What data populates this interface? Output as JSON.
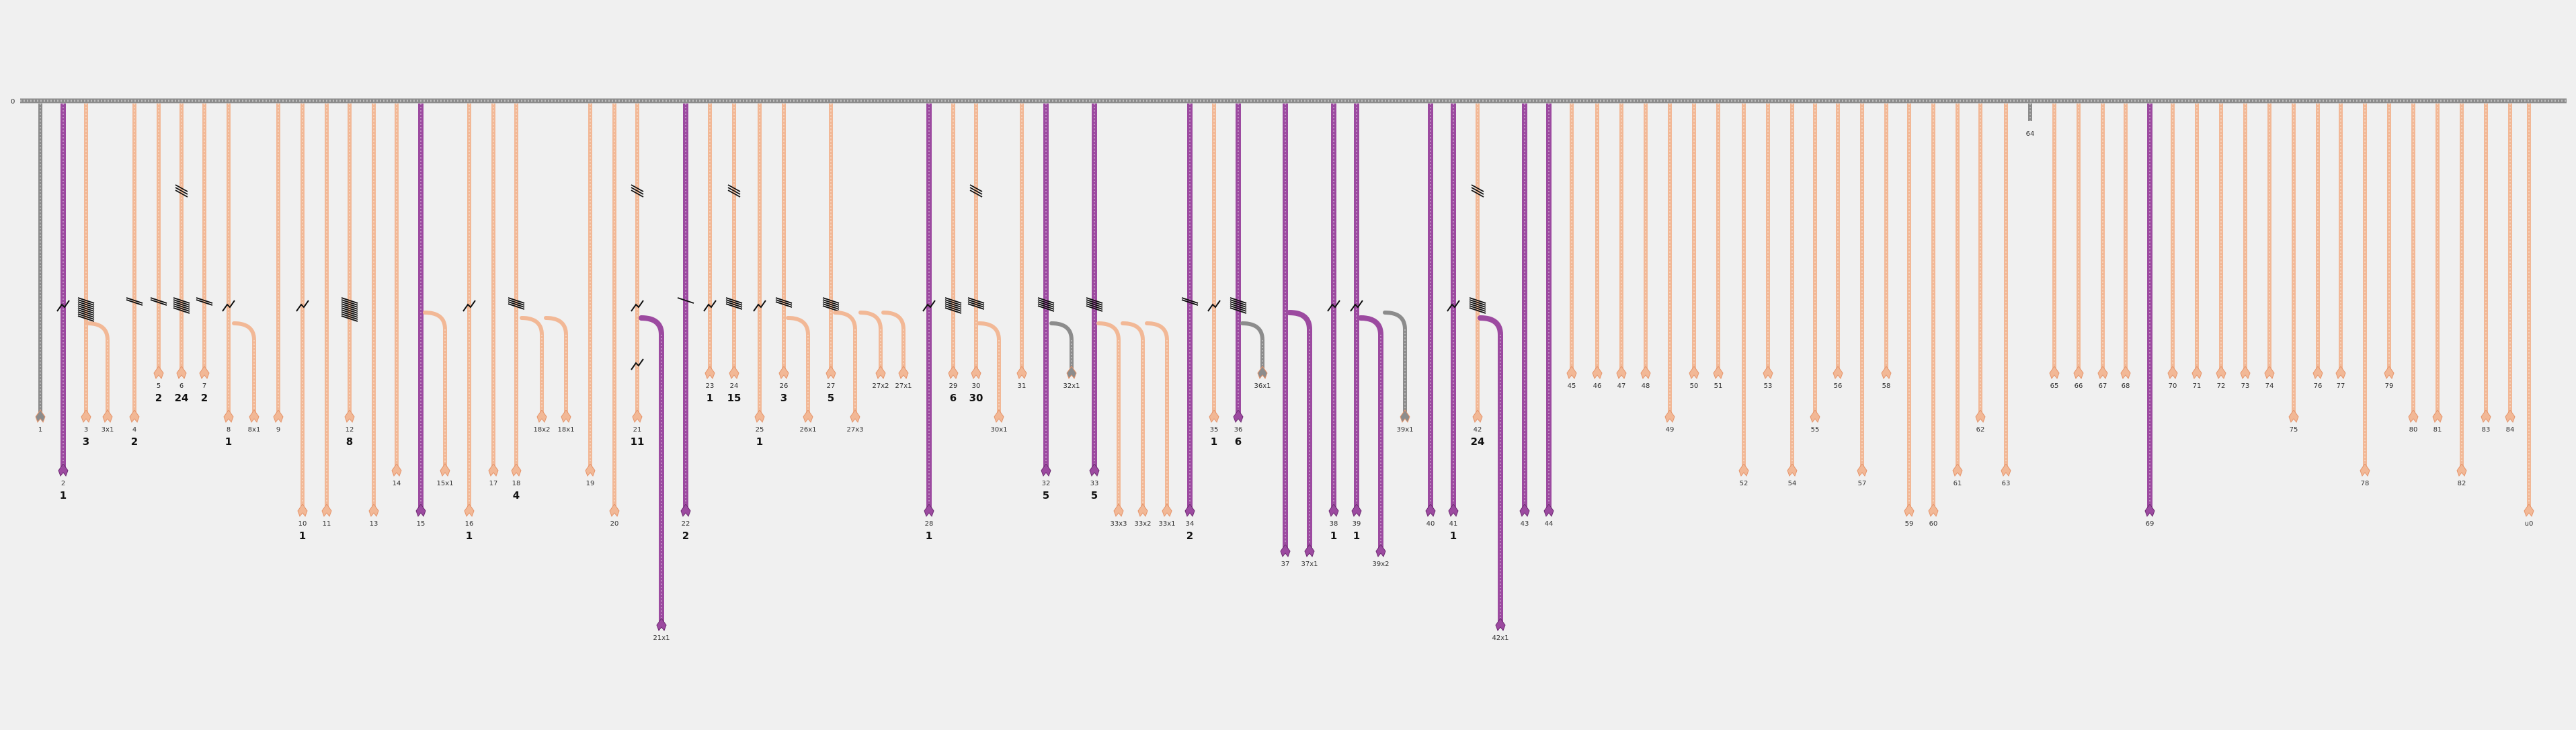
{
  "root": {
    "label": "0"
  },
  "colors": {
    "trunk": "#8c8c8c",
    "orange": "#f2b896",
    "purple": "#9c4aa0",
    "grey": "#8c8c8c",
    "mark": "#111111",
    "background": "#f0f0f0"
  },
  "branches": [
    {
      "id": "b1",
      "label": "1",
      "color": "grey",
      "end": 1
    },
    {
      "id": "b2",
      "label": "2",
      "count": "1",
      "color": "purple",
      "end": 2,
      "zig": true
    },
    {
      "id": "b3",
      "label": "3",
      "count": "3",
      "color": "orange",
      "end": 1,
      "marks": 10
    },
    {
      "id": "b3x1",
      "label": "3x1",
      "color": "orange",
      "end": 1,
      "from": 2,
      "hook": -1
    },
    {
      "id": "b4",
      "label": "4",
      "count": "2",
      "color": "orange",
      "end": 1,
      "marks": 2
    },
    {
      "id": "b5",
      "label": "5",
      "count": "2",
      "color": "orange",
      "end": 0,
      "marks": 2
    },
    {
      "id": "b6",
      "label": "6",
      "count": "24",
      "color": "orange",
      "end": 0,
      "marks": 6,
      "upper": true
    },
    {
      "id": "b7",
      "label": "7",
      "count": "2",
      "color": "orange",
      "end": 0,
      "marks": 2
    },
    {
      "id": "b8",
      "label": "8",
      "count": "1",
      "color": "orange",
      "end": 1,
      "zig": true
    },
    {
      "id": "b8x1",
      "label": "8x1",
      "color": "orange",
      "end": 1,
      "from": 2,
      "hook": -1
    },
    {
      "id": "b9",
      "label": "9",
      "color": "orange",
      "end": 1
    },
    {
      "id": "b10",
      "label": "10",
      "count": "1",
      "color": "orange",
      "end": 3,
      "zig": true
    },
    {
      "id": "b11",
      "label": "11",
      "color": "orange",
      "end": 3
    },
    {
      "id": "b12",
      "label": "12",
      "count": "8",
      "color": "orange",
      "end": 1,
      "marks": 10
    },
    {
      "id": "b13",
      "label": "13",
      "color": "orange",
      "end": 3
    },
    {
      "id": "b14",
      "label": "14",
      "color": "orange",
      "end": 2
    },
    {
      "id": "b15",
      "label": "15",
      "color": "purple",
      "end": 3
    },
    {
      "id": "b15x1",
      "label": "15x1",
      "color": "orange",
      "end": 2,
      "from": 3,
      "hook": -1
    },
    {
      "id": "b16",
      "label": "16",
      "count": "1",
      "color": "orange",
      "end": 3,
      "zig": true
    },
    {
      "id": "b17",
      "label": "17",
      "color": "orange",
      "end": 2
    },
    {
      "id": "b18",
      "label": "18",
      "count": "4",
      "color": "orange",
      "end": 2,
      "marks": 4
    },
    {
      "id": "b18x2",
      "label": "18x2",
      "color": "orange",
      "end": 1,
      "from": 4,
      "hook": -1
    },
    {
      "id": "b18x1",
      "label": "18x1",
      "color": "orange",
      "end": 1,
      "from": 4,
      "hook": -1
    },
    {
      "id": "b19",
      "label": "19",
      "color": "orange",
      "end": 2
    },
    {
      "id": "b20",
      "label": "20",
      "color": "orange",
      "end": 3
    },
    {
      "id": "b21",
      "label": "21",
      "count": "11",
      "color": "orange",
      "end": 1,
      "zig": true,
      "upper": true,
      "zig2": true
    },
    {
      "id": "b21x1",
      "label": "21x1",
      "color": "purple",
      "end": 5,
      "from": 7,
      "hook": -1
    },
    {
      "id": "b22",
      "label": "22",
      "count": "2",
      "color": "purple",
      "end": 3,
      "marks": 1
    },
    {
      "id": "b23",
      "label": "23",
      "count": "1",
      "color": "orange",
      "end": 0,
      "zig": true
    },
    {
      "id": "b24",
      "label": "24",
      "count": "15",
      "color": "orange",
      "end": 0,
      "marks": 4,
      "upper": true
    },
    {
      "id": "b25",
      "label": "25",
      "count": "1",
      "color": "orange",
      "end": 1,
      "zig": true
    },
    {
      "id": "b26",
      "label": "26",
      "count": "3",
      "color": "orange",
      "end": 0,
      "marks": 3
    },
    {
      "id": "b26x1",
      "label": "26x1",
      "color": "orange",
      "end": 1,
      "from": 1,
      "hook": -1
    },
    {
      "id": "b27",
      "label": "27",
      "count": "5",
      "color": "orange",
      "end": 0,
      "marks": 5
    },
    {
      "id": "b27x3",
      "label": "27x3",
      "color": "orange",
      "end": 1,
      "from": 6,
      "hook": -1
    },
    {
      "id": "b27x2",
      "label": "27x2",
      "color": "orange",
      "end": 0,
      "from": 6,
      "hook": -1
    },
    {
      "id": "b27x1",
      "label": "27x1",
      "color": "orange",
      "end": 0,
      "from": 6,
      "hook": -1
    },
    {
      "id": "b28",
      "label": "28",
      "count": "1",
      "color": "purple",
      "end": 3,
      "zig": true
    },
    {
      "id": "b29",
      "label": "29",
      "count": "6",
      "color": "orange",
      "end": 0,
      "marks": 6
    },
    {
      "id": "b30",
      "label": "30",
      "count": "30",
      "color": "orange",
      "end": 0,
      "marks": 4,
      "upper": true
    },
    {
      "id": "b30x1",
      "label": "30x1",
      "color": "orange",
      "end": 1,
      "from": 5,
      "hook": -1
    },
    {
      "id": "b31",
      "label": "31",
      "color": "orange",
      "end": 0
    },
    {
      "id": "b32",
      "label": "32",
      "count": "5",
      "color": "purple",
      "end": 2,
      "marks": 5
    },
    {
      "id": "b32x1",
      "label": "32x1",
      "color": "grey",
      "end": 0,
      "from": 2,
      "hook": -1
    },
    {
      "id": "b33",
      "label": "33",
      "count": "5",
      "color": "purple",
      "end": 2,
      "marks": 5
    },
    {
      "id": "b33x3",
      "label": "33x3",
      "color": "orange",
      "end": 3,
      "from": 5,
      "hook": -1
    },
    {
      "id": "b33x2",
      "label": "33x2",
      "color": "orange",
      "end": 3,
      "from": 5,
      "hook": -1
    },
    {
      "id": "b33x1",
      "label": "33x1",
      "color": "orange",
      "end": 3,
      "from": 5,
      "hook": -1
    },
    {
      "id": "b34",
      "label": "34",
      "count": "2",
      "color": "purple",
      "end": 3,
      "marks": 2
    },
    {
      "id": "b35",
      "label": "35",
      "count": "1",
      "color": "orange",
      "end": 1,
      "zig": true
    },
    {
      "id": "b36",
      "label": "36",
      "count": "6",
      "color": "purple",
      "end": 1,
      "marks": 6
    },
    {
      "id": "b36x1",
      "label": "36x1",
      "color": "grey",
      "end": 0,
      "from": 2,
      "hook": -1
    },
    {
      "id": "b37",
      "label": "37",
      "color": "purple",
      "end": 4
    },
    {
      "id": "b37x1",
      "label": "37x1",
      "color": "purple",
      "end": 4,
      "from": 0,
      "hook": -1
    },
    {
      "id": "b38",
      "label": "38",
      "count": "1",
      "color": "purple",
      "end": 3,
      "zig": true
    },
    {
      "id": "b39",
      "label": "39",
      "count": "1",
      "color": "purple",
      "end": 3,
      "zig": true
    },
    {
      "id": "b39x2",
      "label": "39x2",
      "color": "purple",
      "end": 4,
      "from": 1,
      "hook": -1
    },
    {
      "id": "b39x1",
      "label": "39x1",
      "color": "grey",
      "end": 1,
      "from": 3,
      "hook": -1
    },
    {
      "id": "b40",
      "label": "40",
      "color": "purple",
      "end": 3
    },
    {
      "id": "b41",
      "label": "41",
      "count": "1",
      "color": "purple",
      "end": 3,
      "zig": true
    },
    {
      "id": "b42",
      "label": "42",
      "count": "24",
      "color": "orange",
      "end": 1,
      "marks": 6,
      "upper": true
    },
    {
      "id": "b42x1",
      "label": "42x1",
      "color": "purple",
      "end": 5,
      "from": 1,
      "hook": -1
    },
    {
      "id": "b43",
      "label": "43",
      "color": "purple",
      "end": 3
    },
    {
      "id": "b44",
      "label": "44",
      "color": "purple",
      "end": 3
    },
    {
      "id": "b45",
      "label": "45",
      "color": "orange",
      "end": 0
    },
    {
      "id": "b46",
      "label": "46",
      "color": "orange",
      "end": 0
    },
    {
      "id": "b47",
      "label": "47",
      "color": "orange",
      "end": 0
    },
    {
      "id": "b48",
      "label": "48",
      "color": "orange",
      "end": 0
    },
    {
      "id": "b49",
      "label": "49",
      "color": "orange",
      "end": 1
    },
    {
      "id": "b50",
      "label": "50",
      "color": "orange",
      "end": 0
    },
    {
      "id": "b51",
      "label": "51",
      "color": "orange",
      "end": 0
    },
    {
      "id": "b52",
      "label": "52",
      "color": "orange",
      "end": 2
    },
    {
      "id": "b53",
      "label": "53",
      "color": "orange",
      "end": 0
    },
    {
      "id": "b54",
      "label": "54",
      "color": "orange",
      "end": 2
    },
    {
      "id": "b55",
      "label": "55",
      "color": "orange",
      "end": 1
    },
    {
      "id": "b56",
      "label": "56",
      "color": "orange",
      "end": 0
    },
    {
      "id": "b57",
      "label": "57",
      "color": "orange",
      "end": 2
    },
    {
      "id": "b58",
      "label": "58",
      "color": "orange",
      "end": 0
    },
    {
      "id": "b59",
      "label": "59",
      "color": "orange",
      "end": 3
    },
    {
      "id": "b60",
      "label": "60",
      "color": "orange",
      "end": 3
    },
    {
      "id": "b61",
      "label": "61",
      "color": "orange",
      "end": 2
    },
    {
      "id": "b62",
      "label": "62",
      "color": "orange",
      "end": 1
    },
    {
      "id": "b63",
      "label": "63",
      "color": "orange",
      "end": 2
    },
    {
      "id": "b64",
      "label": "64",
      "color": "grey",
      "end": 0,
      "short": true
    },
    {
      "id": "b65",
      "label": "65",
      "color": "orange",
      "end": 0
    },
    {
      "id": "b66",
      "label": "66",
      "color": "orange",
      "end": 0
    },
    {
      "id": "b67",
      "label": "67",
      "color": "orange",
      "end": 0
    },
    {
      "id": "b68",
      "label": "68",
      "color": "orange",
      "end": 0
    },
    {
      "id": "b69",
      "label": "69",
      "color": "purple",
      "end": 3
    },
    {
      "id": "b70",
      "label": "70",
      "color": "orange",
      "end": 0
    },
    {
      "id": "b71",
      "label": "71",
      "color": "orange",
      "end": 0
    },
    {
      "id": "b72",
      "label": "72",
      "color": "orange",
      "end": 0
    },
    {
      "id": "b73",
      "label": "73",
      "color": "orange",
      "end": 0
    },
    {
      "id": "b74",
      "label": "74",
      "color": "orange",
      "end": 0
    },
    {
      "id": "b75",
      "label": "75",
      "color": "orange",
      "end": 1
    },
    {
      "id": "b76",
      "label": "76",
      "color": "orange",
      "end": 0
    },
    {
      "id": "b77",
      "label": "77",
      "color": "orange",
      "end": 0
    },
    {
      "id": "b78",
      "label": "78",
      "color": "orange",
      "end": 2
    },
    {
      "id": "b79",
      "label": "79",
      "color": "orange",
      "end": 0
    },
    {
      "id": "b80",
      "label": "80",
      "color": "orange",
      "end": 1
    },
    {
      "id": "b81",
      "label": "81",
      "color": "orange",
      "end": 1
    },
    {
      "id": "b82",
      "label": "82",
      "color": "orange",
      "end": 2
    },
    {
      "id": "b83",
      "label": "83",
      "color": "orange",
      "end": 1
    },
    {
      "id": "b84",
      "label": "84",
      "color": "orange",
      "end": 1
    },
    {
      "id": "bu0",
      "label": "u0",
      "color": "orange",
      "end": 3
    }
  ]
}
